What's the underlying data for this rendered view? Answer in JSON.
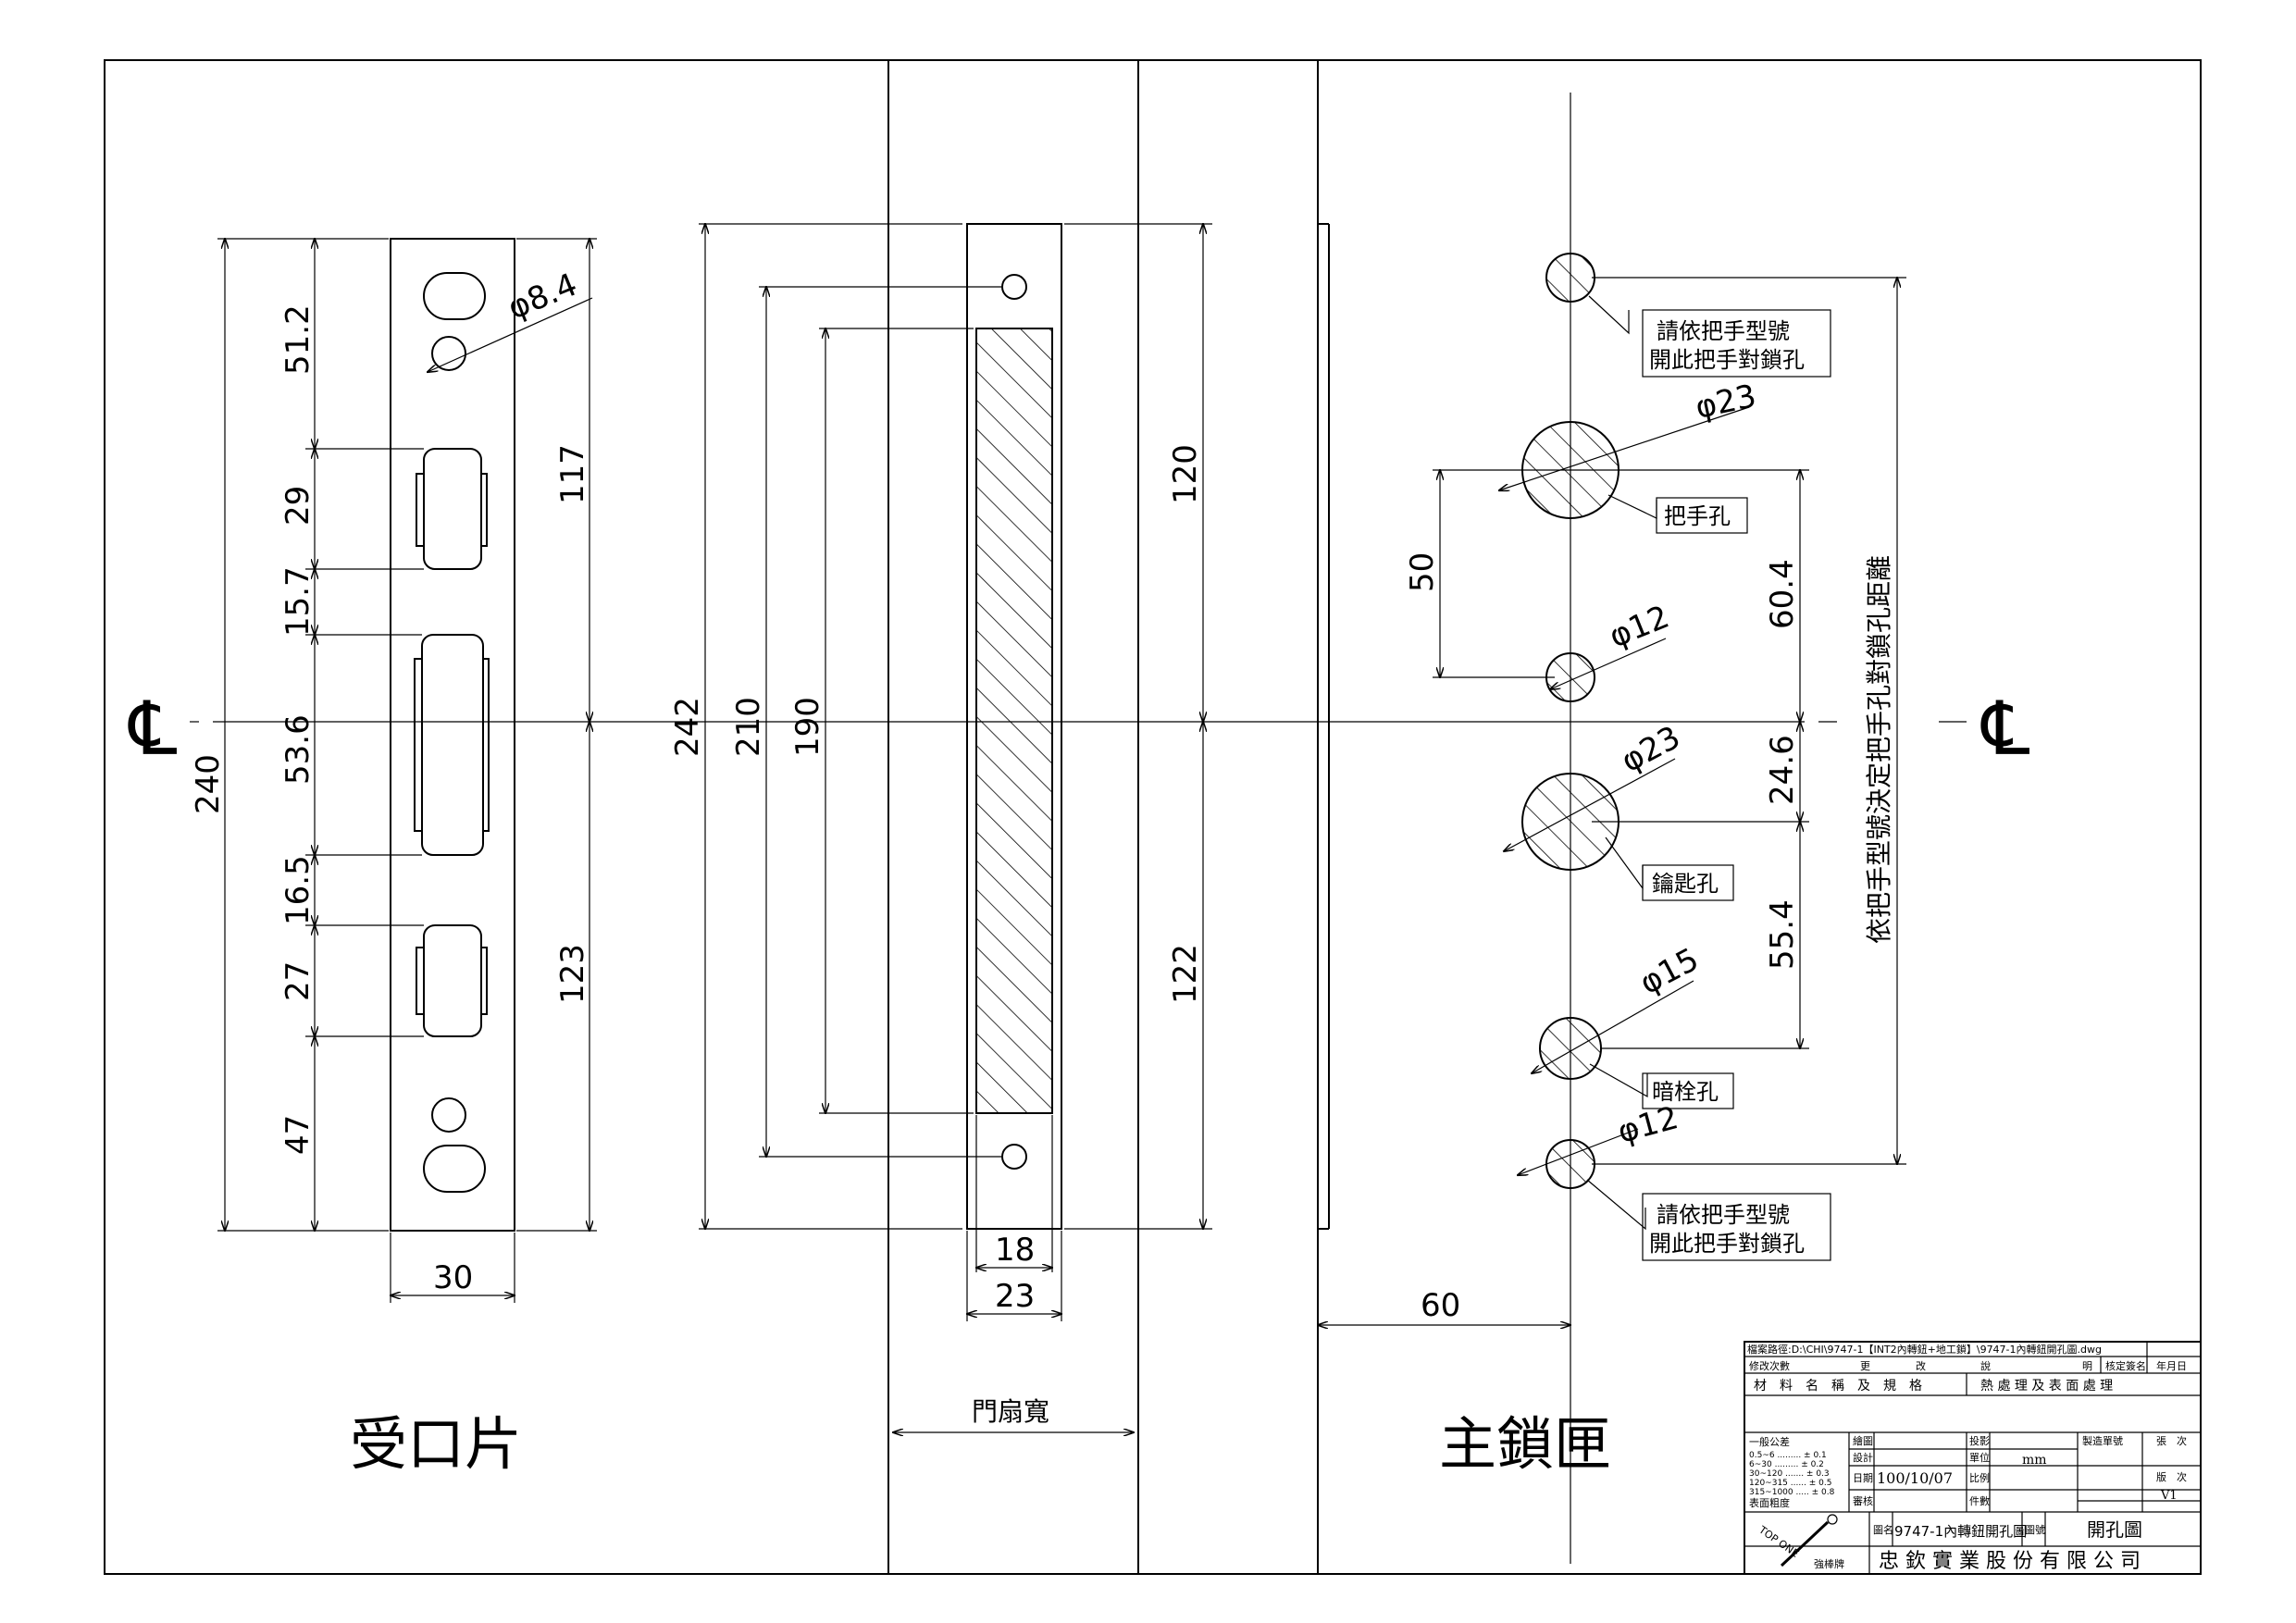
{
  "dims": {
    "strike_51_2": "51.2",
    "strike_29": "29",
    "strike_15_7": "15.7",
    "strike_53_6": "53.6",
    "strike_16_5": "16.5",
    "strike_27": "27",
    "strike_47": "47",
    "strike_240": "240",
    "strike_117": "117",
    "strike_123": "123",
    "strike_30": "30",
    "strike_phi84": "φ8.4",
    "door_242": "242",
    "door_210": "210",
    "door_190": "190",
    "door_120": "120",
    "door_122": "122",
    "door_18": "18",
    "door_23": "23",
    "lock_phi23a": "φ23",
    "lock_phi12a": "φ12",
    "lock_phi23b": "φ23",
    "lock_phi15": "φ15",
    "lock_phi12b": "φ12",
    "lock_50": "50",
    "lock_60_4": "60.4",
    "lock_24_6": "24.6",
    "lock_55_4": "55.4",
    "lock_60": "60"
  },
  "labels": {
    "cl_left": "℄",
    "cl_right": "℄",
    "strike_plate": "受口片",
    "lock_body": "主鎖匣",
    "door_width": "門扇寬",
    "callout_top_1": "請依把手型號",
    "callout_top_2": "開此把手對鎖孔",
    "handle_hole": "把手孔",
    "key_hole": "鑰匙孔",
    "bolt_hole": "暗栓孔",
    "callout_bot_1": "請依把手型號",
    "callout_bot_2": "開此把手對鎖孔",
    "vertical_note": "依把手型號決定把手孔對鎖孔距離"
  },
  "title_block": {
    "file_path": "檔案路徑:D:\\CHI\\9747-1【INT2內轉鈕+地工鎖】\\9747-1內轉鈕開孔圖.dwg",
    "rev_count": "修改次數",
    "change": "更",
    "change2": "改",
    "note": "說",
    "note2": "明",
    "approve": "核定簽名",
    "date_col": "年月日",
    "material": "材　料　名　稱　及　規　格",
    "heat": "熱 處 理 及 表 面 處 理",
    "tolerance": "一般公差",
    "tol_rows": [
      "0.5~6 ......... ±  0.1",
      "6~30 ......... ±  0.2",
      "30~120 ....... ±  0.3",
      "120~315 ...... ±  0.5",
      "315~1000 ..... ±  0.8"
    ],
    "surface": "表面粗度",
    "draw": "繪圖",
    "design": "設計",
    "date_label": "日期",
    "date": "100/10/07",
    "check": "審核",
    "proj": "投影",
    "unit": "單位",
    "unit_val": "mm",
    "scale": "比例",
    "part": "件數",
    "dwg_name_label": "圖名",
    "dwg_name": "9747-1內轉鈕開孔圖",
    "dwg_no_label": "圖號",
    "dwg_no": "開孔圖",
    "rev_label": "版　次",
    "rev_val": "V1",
    "sheet_label": "張　次",
    "work_order": "製造單號",
    "brand": "強棒牌",
    "company": "忠 欽 實 業 股 份 有 限 公 司",
    "logo_text": "TOP ONE"
  }
}
